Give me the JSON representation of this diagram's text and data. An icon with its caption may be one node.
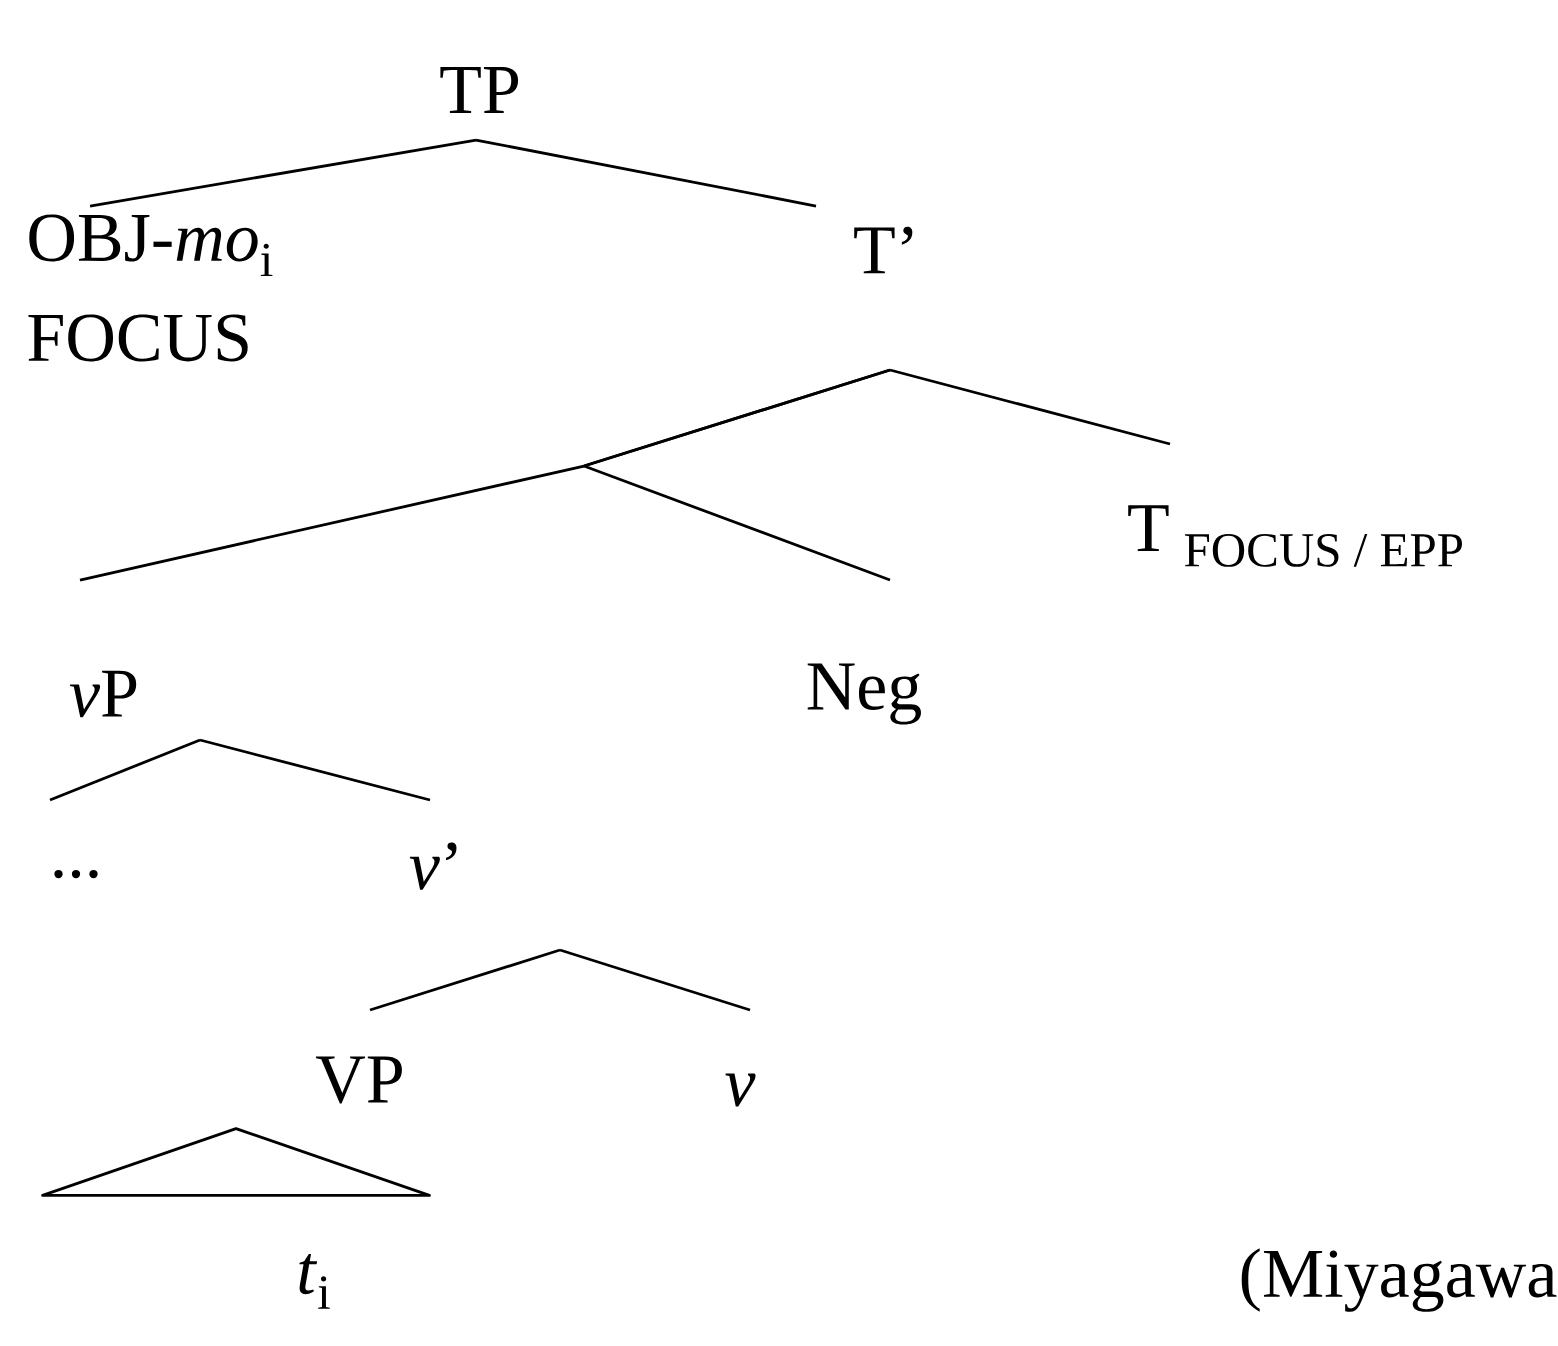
{
  "diagram": {
    "nodes": [
      {
        "text": [
          "TP"
        ]
      },
      {
        "text": [
          "OBJ-*mo*$_{i}$",
          "FOCUS"
        ]
      },
      {
        "text": [
          "T’"
        ]
      },
      {
        "text": [
          "\\text{T}\\;_{\\text{FOCUS / EPP}}"
        ]
      },
      {
        "text": [
          "\\textit{v}\\text{P}"
        ]
      },
      {
        "text": [
          "Neg"
        ]
      },
      {
        "text": [
          "..."
        ]
      },
      {
        "text": [
          "*v*’"
        ]
      },
      {
        "text": [
          "VP"
        ]
      },
      {
        "text": [
          "*v*"
        ]
      },
      {
        "text": [],
        "shape": "triangle",
        "beside": [
          "*t*$_{i}$"
        ]
      }
    ],
    "edges": [
      {
        "from": 0,
        "to": 1,
        "arrow": "none"
      },
      {
        "from": 0,
        "to": 2,
        "arrow": "none"
      },
      {
        "from": 2,
        "to": 3,
        "arrow": "none"
      },
      {
        "from": 2,
        "to": 4,
        "arrow": "none"
      },
      {
        "from": 2,
        "to": 5,
        "arrow": "none"
      },
      {
        "from": 4,
        "to": 6,
        "arrow": "none"
      },
      {
        "from": 4,
        "to": 7,
        "arrow": "none"
      },
      {
        "from": 7,
        "to": 8,
        "arrow": "none"
      },
      {
        "from": 7,
        "to": 9,
        "arrow": "none"
      }
    ],
    "labels": [
      "(Miyagawa"
    ]
  }
}
